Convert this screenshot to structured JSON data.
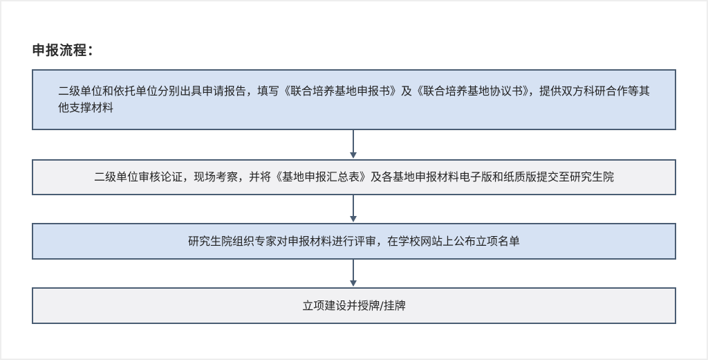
{
  "title": "申报流程：",
  "steps": [
    {
      "text": "二级单位和依托单位分别出具申请报告，填写《联合培养基地申报书》及《联合培养基地协议书》，提供双方科研合作等其他支撑材料"
    },
    {
      "text": "二级单位审核论证，现场考察，并将《基地申报汇总表》及各基地申报材料电子版和纸质版提交至研究生院"
    },
    {
      "text": "研究生院组织专家对申报材料进行评审，在学校网站上公布立项名单"
    },
    {
      "text": "立项建设并授牌/挂牌"
    }
  ],
  "colors": {
    "blue_fill": "#d6e2f3",
    "gray_fill": "#f1f1f3",
    "border": "#4a5d73",
    "arrow": "#4a5d73"
  }
}
